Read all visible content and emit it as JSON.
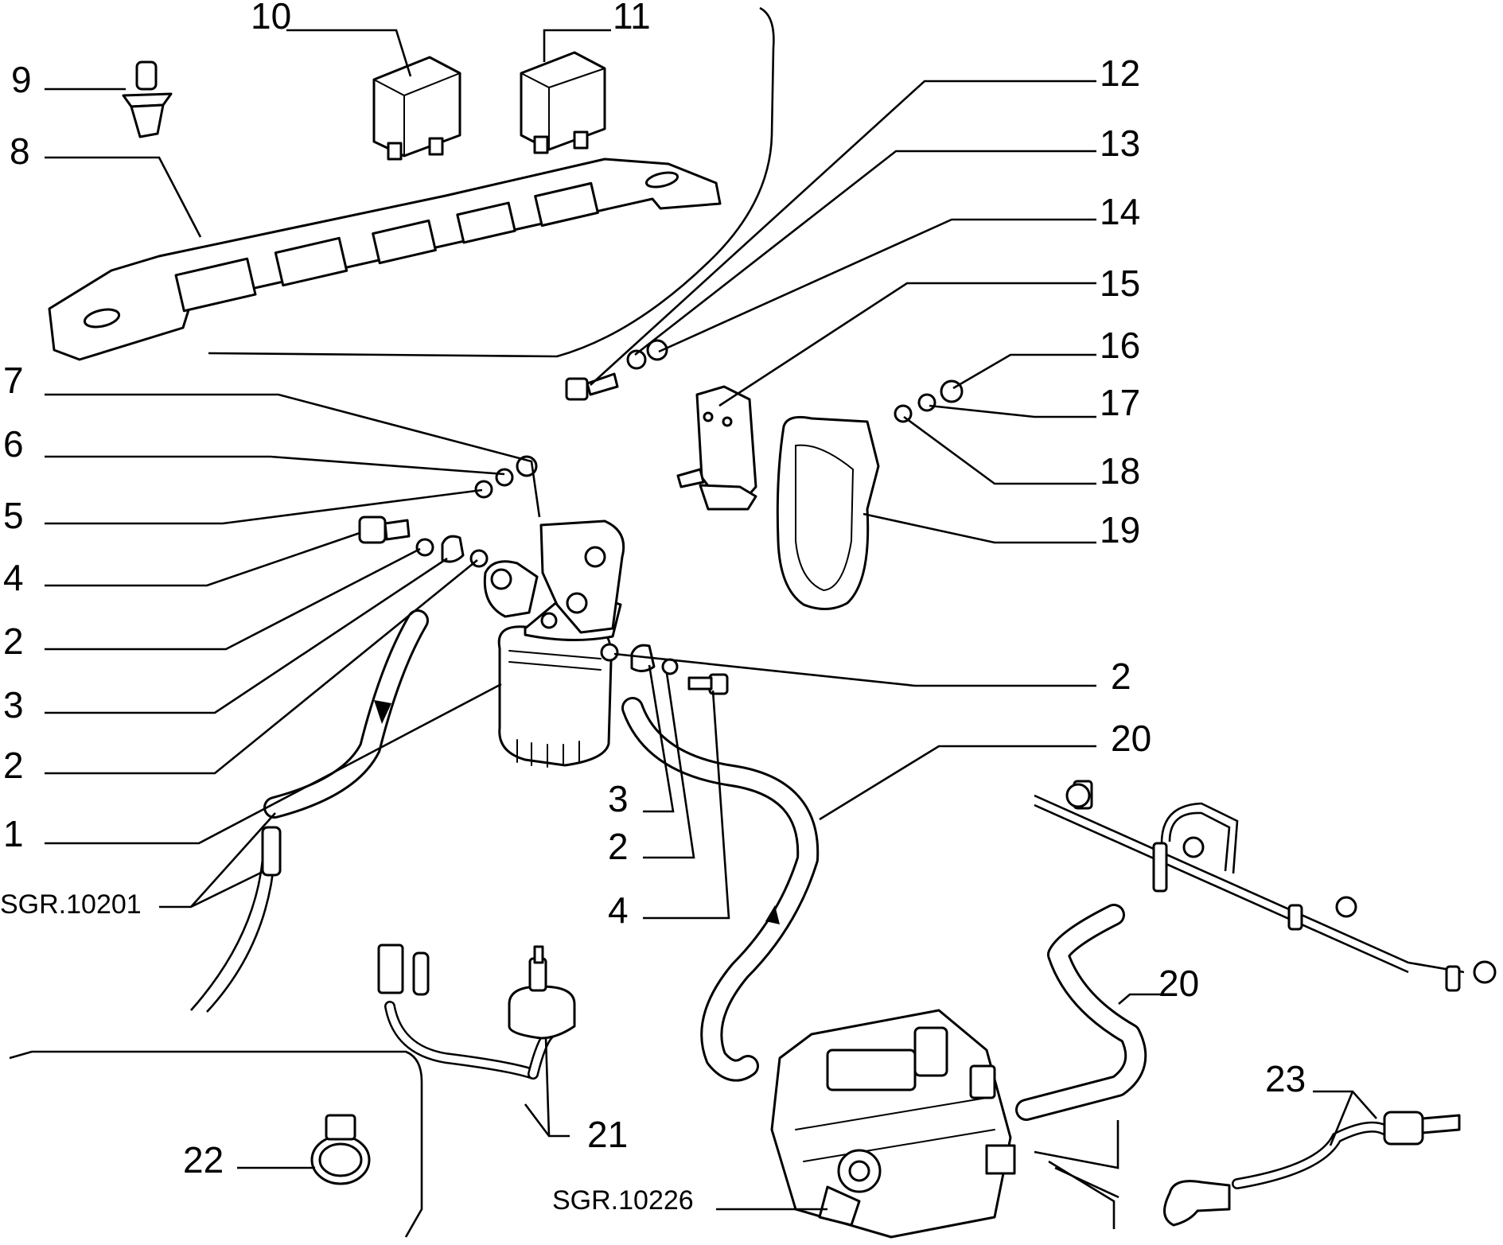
{
  "callouts": {
    "c1": "1",
    "c2a": "2",
    "c2b": "2",
    "c2c": "2",
    "c2d": "2",
    "c3a": "3",
    "c3b": "3",
    "c4a": "4",
    "c4b": "4",
    "c5": "5",
    "c6": "6",
    "c7": "7",
    "c8": "8",
    "c9": "9",
    "c10": "10",
    "c11": "11",
    "c12": "12",
    "c13": "13",
    "c14": "14",
    "c15": "15",
    "c16": "16",
    "c17": "17",
    "c18": "18",
    "c19": "19",
    "c20a": "20",
    "c20b": "20",
    "c21": "21",
    "c22": "22",
    "c23": "23"
  },
  "references": {
    "ref1": "SGR.10201",
    "ref2": "SGR.10226"
  },
  "icons": {
    "flow_arrow": "flow-direction-arrow-icon"
  }
}
